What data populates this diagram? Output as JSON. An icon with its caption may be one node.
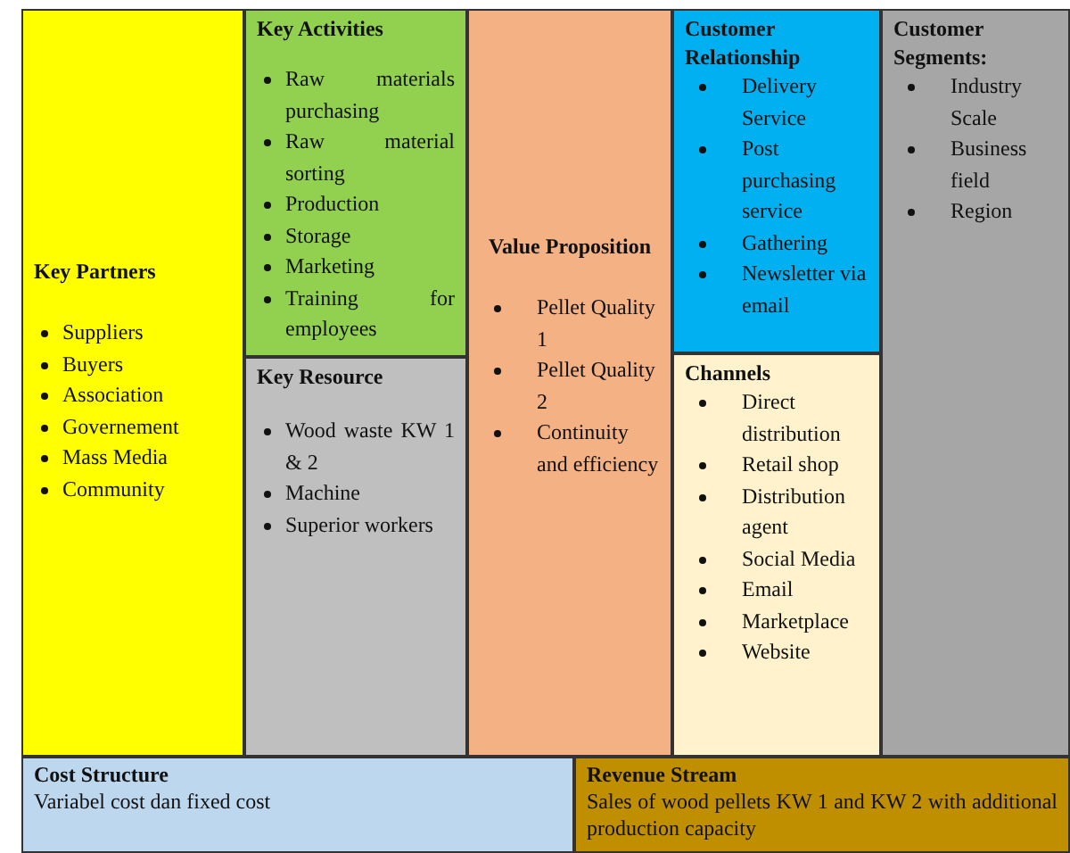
{
  "diagram": {
    "nodes": [
      {
        "text": [
          "Key Partners",
          "Suppliers",
          "Buyers",
          "Association",
          "Governement",
          "Mass Media",
          "Community"
        ]
      },
      {
        "text": [
          "Key Activities",
          "Raw materials purchasing",
          "Raw material sorting",
          "Production",
          "Storage",
          "Marketing",
          "Training for employees"
        ]
      },
      {
        "text": [
          "Key Resource",
          "Wood waste KW 1 & 2",
          "Machine",
          "Superior workers"
        ]
      },
      {
        "text": [
          "Value Proposition",
          "Pellet Quality 1",
          "Pellet Quality 2",
          "Continuity and efficiency"
        ]
      },
      {
        "text": [
          "Customer Relationship",
          "Delivery Service",
          "Post purchasing service",
          "Gathering",
          "Newsletter via email"
        ]
      },
      {
        "text": [
          "Channels",
          "Direct distribution",
          "Retail shop",
          "Distribution agent",
          "Social Media",
          "Email",
          "Marketplace",
          "Website"
        ]
      },
      {
        "text": [
          "Customer Segments:",
          "Industry Scale",
          "Business field",
          "Region"
        ]
      },
      {
        "text": [
          "Cost Structure",
          "Variabel cost dan fixed cost"
        ]
      },
      {
        "text": [
          "Revenue Stream",
          "Sales of wood pellets KW 1 and KW 2 with additional production capacity"
        ]
      }
    ],
    "edges": []
  }
}
